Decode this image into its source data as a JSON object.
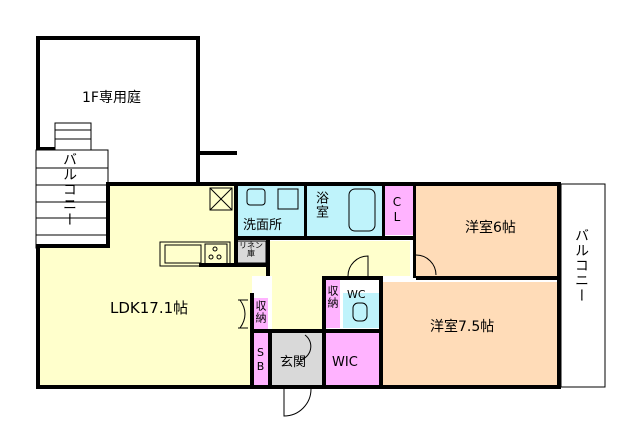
{
  "floor_plan": {
    "colors": {
      "ldk": "#ffffcc",
      "wet_area": "#bff3fb",
      "storage": "#ffb3ff",
      "western_room": "#ffdcb8",
      "entrance": "#d9d9d9",
      "wall": "#000000",
      "outdoor": "#ffffff"
    },
    "rooms": {
      "garden": "1F専用庭",
      "balcony_left": "バルコニー",
      "balcony_right": "バルコニー",
      "ldk": "LDK17.1帖",
      "washroom": "洗面所",
      "bath": "浴室",
      "closet": "CL",
      "linen": "リネン庫",
      "storage_ldk": "収納",
      "storage_hall": "収納",
      "wc": "WC",
      "shoe_box": "SB",
      "entrance": "玄関",
      "wic": "WIC",
      "western_6": "洋室6帖",
      "western_7_5": "洋室7.5帖"
    }
  }
}
